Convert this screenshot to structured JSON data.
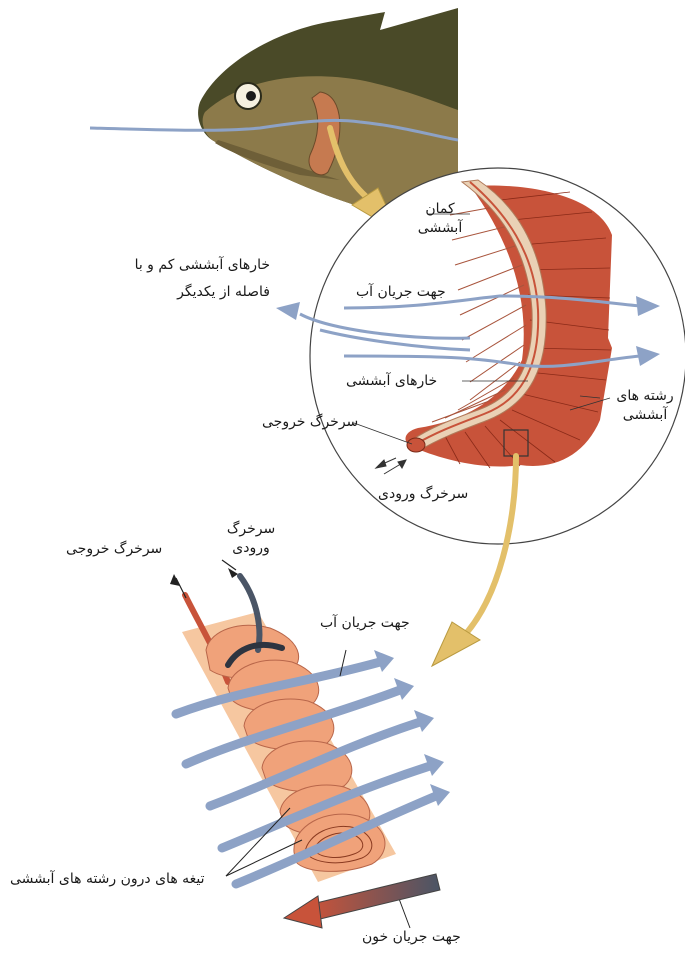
{
  "labels": {
    "gill_arch_line1": "کمان",
    "gill_arch_line2": "آبششی",
    "rakers_sparse_line1": "خارهای آبششی کم و با",
    "rakers_sparse_line2": "فاصله از یکدیگر",
    "water_flow_top": "جهت جریان آب",
    "gill_rakers": "خارهای آبششی",
    "gill_filaments_line1": "رشته های",
    "gill_filaments_line2": "آبششی",
    "efferent_artery_top": "سرخرگ خروجی",
    "afferent_artery_top": "سرخرگ ورودی",
    "efferent_artery_bottom": "سرخرگ  خروجی",
    "afferent_artery_bottom_line1": "سرخرگ",
    "afferent_artery_bottom_line2": "ورودی",
    "water_flow_bottom": "جهت جریان آب",
    "lamellae": "تیغه های درون رشته های آبششی",
    "blood_flow": "جهت جریان خون"
  },
  "colors": {
    "fish_dark": "#4a4a28",
    "fish_body": "#8c7a4a",
    "filament_red": "#c8533a",
    "arch_tan": "#ead1b5",
    "water_arrow": "#8da2c6",
    "pointer_arrow": "#e3c06a",
    "lamella_orange": "#f0a27a",
    "plate_peach": "#f6c7a0"
  }
}
